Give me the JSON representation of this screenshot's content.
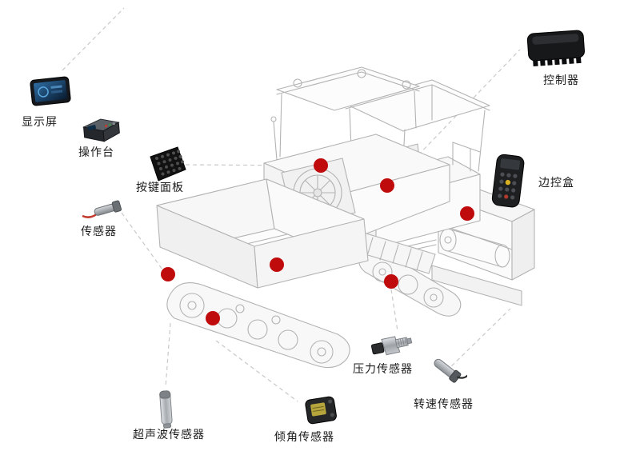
{
  "page": {
    "background": "#ffffff"
  },
  "diagram": {
    "subject": "crawler-paver-machine",
    "marker_color": "#bf0b0b",
    "line_color": "#c9c9c9",
    "components": {
      "display": {
        "label": "显示屏"
      },
      "console": {
        "label": "操作台"
      },
      "keypad": {
        "label": "按键面板"
      },
      "sensor": {
        "label": "传感器"
      },
      "controller": {
        "label": "控制器"
      },
      "side_control_box": {
        "label": "边控盒"
      },
      "pressure_sensor": {
        "label": "压力传感器"
      },
      "speed_sensor": {
        "label": "转速传感器"
      },
      "ultrasonic_sensor": {
        "label": "超声波传感器"
      },
      "tilt_sensor": {
        "label": "倾角传感器"
      }
    }
  }
}
